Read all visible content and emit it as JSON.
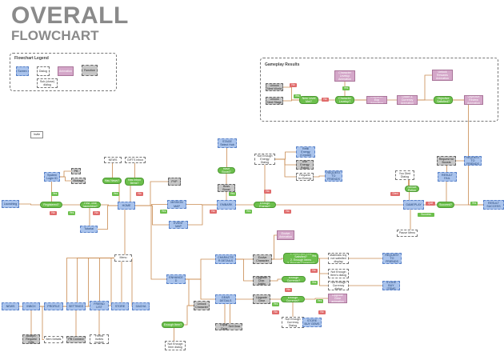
{
  "title": "OVERALL",
  "subtitle": "FLOWCHART",
  "legend": {
    "title": "Flowchart Legend",
    "items": [
      {
        "label": "Screen",
        "kind": "screen"
      },
      {
        "label": "Dialog",
        "kind": "dialog"
      },
      {
        "label": "Animation",
        "kind": "animation"
      },
      {
        "label": "Function",
        "kind": "function"
      },
      {
        "label": "Sub (close) dialog",
        "kind": "dialog"
      }
    ]
  },
  "gameplay_results_label": "Gameplay Results",
  "colors": {
    "screen": "#a9c3ec",
    "animation": "#d4a7c9",
    "function": "#c6c6c6",
    "decision": "#6cbf4c",
    "no": "#e06b6b",
    "edge": "#c98a50"
  },
  "nodes": [
    {
      "id": "invite",
      "label": "Invite",
      "kind": "plain"
    },
    {
      "id": "launching",
      "label": "Launching",
      "kind": "screen"
    },
    {
      "id": "registered",
      "label": "Registered?",
      "kind": "decision"
    },
    {
      "id": "system_login",
      "label": "System Login ID",
      "kind": "screen"
    },
    {
      "id": "pb",
      "label": "PB",
      "kind": "function"
    },
    {
      "id": "mobage",
      "label": "Mobage",
      "kind": "function"
    },
    {
      "id": "first_time",
      "label": "First Time launching?",
      "kind": "decision"
    },
    {
      "id": "tutorial",
      "label": "Tutorial",
      "kind": "screen"
    },
    {
      "id": "news",
      "label": "NEWS",
      "kind": "dialog"
    },
    {
      "id": "gifts_inbox",
      "label": "GIFTS Inbox",
      "kind": "dialog"
    },
    {
      "id": "has_news",
      "label": "Has News?",
      "kind": "decision"
    },
    {
      "id": "has_gifts",
      "label": "Has Inbox Items?",
      "kind": "decision"
    },
    {
      "id": "home",
      "label": "HOME",
      "kind": "screen"
    },
    {
      "id": "pvp",
      "label": "PVP",
      "kind": "function"
    },
    {
      "id": "mission_map",
      "label": "MISSION MAP",
      "kind": "screen"
    },
    {
      "id": "event_map",
      "label": "EVENT MAP",
      "kind": "screen"
    },
    {
      "id": "menu",
      "label": "Menu",
      "kind": "dialog"
    },
    {
      "id": "news_s",
      "label": "NEWS",
      "kind": "screen"
    },
    {
      "id": "inbox_s",
      "label": "INBOX",
      "kind": "screen"
    },
    {
      "id": "profile_s",
      "label": "PROFILE",
      "kind": "screen"
    },
    {
      "id": "settings_s",
      "label": "SETTINGS",
      "kind": "screen"
    },
    {
      "id": "friend_list",
      "label": "FRIEND LIST",
      "kind": "screen"
    },
    {
      "id": "store_s",
      "label": "STORE",
      "kind": "screen"
    },
    {
      "id": "gacha_s",
      "label": "GACHA",
      "kind": "screen"
    },
    {
      "id": "accept_request",
      "label": "Accept / Request Gifts",
      "kind": "function"
    },
    {
      "id": "item_details",
      "label": "Item Details",
      "kind": "dialog"
    },
    {
      "id": "pb_connect",
      "label": "PB Connect",
      "kind": "function"
    },
    {
      "id": "friend_invites",
      "label": "Friend Invites module",
      "kind": "dialog"
    },
    {
      "id": "stage_select",
      "label": "STAGE Select Hub",
      "kind": "screen"
    },
    {
      "id": "have_boost",
      "label": "Have Boost?",
      "kind": "decision"
    },
    {
      "id": "boss_boost",
      "label": "Boss Boost",
      "kind": "function"
    },
    {
      "id": "embark",
      "label": "EMBARK",
      "kind": "screen"
    },
    {
      "id": "enough_energy",
      "label": "Enough Energy?",
      "kind": "decision"
    },
    {
      "id": "not_enough_energy",
      "label": "Not Enough Energy Dialog",
      "kind": "dialog"
    },
    {
      "id": "refill_energy",
      "label": "Refill Energy (Crystal)",
      "kind": "screen"
    },
    {
      "id": "use_energy_potion",
      "label": "Use Energy Potion",
      "kind": "function"
    },
    {
      "id": "request_energy",
      "label": "Request for Energy",
      "kind": "dialog"
    },
    {
      "id": "request_friends",
      "label": "REQUEST TO FRIENDS",
      "kind": "screen"
    },
    {
      "id": "unlock_world",
      "label": "Unlock Next World",
      "kind": "function"
    },
    {
      "id": "unlock_stage",
      "label": "Unlock Next Stage",
      "kind": "function"
    },
    {
      "id": "new_level",
      "label": "New Level Met?",
      "kind": "decision"
    },
    {
      "id": "char_levelup",
      "label": "Character Levelup Animation",
      "kind": "animation"
    },
    {
      "id": "char_levelup_q",
      "label": "Character Levelup?",
      "kind": "decision"
    },
    {
      "id": "char_exp",
      "label": "Character Exp Animation",
      "kind": "animation"
    },
    {
      "id": "grade_reward",
      "label": "Grade & Currency Animation",
      "kind": "animation"
    },
    {
      "id": "unlock_rewards",
      "label": "Unlock Rewards Animation",
      "kind": "animation"
    },
    {
      "id": "objective",
      "label": "Objective Satisfied?",
      "kind": "decision"
    },
    {
      "id": "objective_review",
      "label": "Objective Review Animation",
      "kind": "animation"
    },
    {
      "id": "gameplay",
      "label": "GAMEPLAY",
      "kind": "screen"
    },
    {
      "id": "you_died",
      "label": "You Died Dialog",
      "kind": "dialog"
    },
    {
      "id": "revive_potion",
      "label": "Revive Potion",
      "kind": "decision"
    },
    {
      "id": "pause_menu",
      "label": "Pause Menu",
      "kind": "dialog"
    },
    {
      "id": "succeed",
      "label": "Succeed?",
      "kind": "decision"
    },
    {
      "id": "request_boosts",
      "label": "Request for Boosts",
      "kind": "function"
    },
    {
      "id": "request_friends2",
      "label": "REQUEST TO FRIENDS",
      "kind": "screen"
    },
    {
      "id": "result_fail",
      "label": "RESULT FAIL",
      "kind": "screen"
    },
    {
      "id": "result_success",
      "label": "RESULT SUCCESS",
      "kind": "screen"
    },
    {
      "id": "enhanced",
      "label": "ENHANCED",
      "kind": "screen"
    },
    {
      "id": "unlock_char",
      "label": "Unlock Character",
      "kind": "function"
    },
    {
      "id": "enough_item",
      "label": "Enough Item?",
      "kind": "decision"
    },
    {
      "id": "not_enough_item",
      "label": "Not Enough Item dialog",
      "kind": "dialog"
    },
    {
      "id": "char_details",
      "label": "CHARACTER DETAILS",
      "kind": "screen"
    },
    {
      "id": "evolve_char",
      "label": "Evolve Character",
      "kind": "function"
    },
    {
      "id": "evolve_anim",
      "label": "Evolve Animation",
      "kind": "animation"
    },
    {
      "id": "upgrade_char",
      "label": "Upgrade Char. Ability",
      "kind": "function"
    },
    {
      "id": "materials",
      "label": "1. Materials Req. Satisfied?\n2. Enough Items\n3. Enough Currency?",
      "kind": "decision"
    },
    {
      "id": "materials_dialog",
      "label": "Materials req. not satisfied display",
      "kind": "dialog"
    },
    {
      "id": "not_enough_item2",
      "label": "Not Enough Item's dialog",
      "kind": "dialog"
    },
    {
      "id": "not_enough_currency",
      "label": "Not Enough Currency dialog",
      "kind": "dialog"
    },
    {
      "id": "enough_currency1",
      "label": "Enough Currency?",
      "kind": "decision"
    },
    {
      "id": "request_friends3",
      "label": "REQUEST TO FRIENDS",
      "kind": "screen"
    },
    {
      "id": "store_buy",
      "label": "STORE BUY ITEMS",
      "kind": "screen"
    },
    {
      "id": "gear_details",
      "label": "GEAR DETAILS",
      "kind": "screen"
    },
    {
      "id": "equip_gear",
      "label": "Equip Gear",
      "kind": "function"
    },
    {
      "id": "sell_gear",
      "label": "Sell Gear",
      "kind": "function"
    },
    {
      "id": "upgrade_gear",
      "label": "Upgrade Gear",
      "kind": "function"
    },
    {
      "id": "enough_currency2",
      "label": "Enough Currency?",
      "kind": "decision"
    },
    {
      "id": "upgrade_anim",
      "label": "Upgrade Gear animation",
      "kind": "animation"
    },
    {
      "id": "not_enough_currency2",
      "label": "Not Enough Currency Dialog",
      "kind": "dialog"
    },
    {
      "id": "store_buy2",
      "label": "STORE BUY GEMS",
      "kind": "screen"
    }
  ],
  "tags": [
    {
      "label": "Yes",
      "kind": "yes"
    },
    {
      "label": "No",
      "kind": "no"
    },
    {
      "label": "Yes",
      "kind": "yes"
    },
    {
      "label": "No",
      "kind": "no"
    },
    {
      "label": "Yes",
      "kind": "yes"
    },
    {
      "label": "No",
      "kind": "no"
    },
    {
      "label": "Yes",
      "kind": "yes"
    },
    {
      "label": "No",
      "kind": "no"
    },
    {
      "label": "Yes",
      "kind": "yes"
    },
    {
      "label": "No",
      "kind": "no"
    },
    {
      "label": "Yes",
      "kind": "yes"
    },
    {
      "label": "No",
      "kind": "no"
    },
    {
      "label": "Yes",
      "kind": "yes"
    },
    {
      "label": "No",
      "kind": "no"
    },
    {
      "label": "Yes",
      "kind": "yes"
    },
    {
      "label": "No",
      "kind": "no"
    },
    {
      "label": "Yes",
      "kind": "yes"
    },
    {
      "label": "No",
      "kind": "no"
    },
    {
      "label": "Yes",
      "kind": "yes"
    },
    {
      "label": "No",
      "kind": "no"
    },
    {
      "label": "Yes",
      "kind": "yes"
    },
    {
      "label": "No",
      "kind": "no"
    },
    {
      "label": "Yes",
      "kind": "yes"
    },
    {
      "label": "No",
      "kind": "no"
    },
    {
      "label": "Died",
      "kind": "no"
    },
    {
      "label": "Success",
      "kind": "yes"
    },
    {
      "label": "Quit",
      "kind": "no"
    },
    {
      "label": "Yes",
      "kind": "yes"
    }
  ],
  "edges": [
    [
      "launching",
      "registered"
    ],
    [
      "registered",
      "system_login"
    ],
    [
      "registered",
      "first_time"
    ],
    [
      "system_login",
      "pb"
    ],
    [
      "system_login",
      "mobage"
    ],
    [
      "first_time",
      "tutorial"
    ],
    [
      "first_time",
      "home"
    ],
    [
      "tutorial",
      "home"
    ],
    [
      "home",
      "has_news"
    ],
    [
      "home",
      "has_gifts"
    ],
    [
      "has_news",
      "news"
    ],
    [
      "has_gifts",
      "gifts_inbox"
    ],
    [
      "home",
      "pvp"
    ],
    [
      "home",
      "mission_map"
    ],
    [
      "home",
      "event_map"
    ],
    [
      "home",
      "menu"
    ],
    [
      "home",
      "enhanced"
    ],
    [
      "mission_map",
      "embark"
    ],
    [
      "event_map",
      "embark"
    ],
    [
      "menu",
      "news_s"
    ],
    [
      "menu",
      "inbox_s"
    ],
    [
      "menu",
      "profile_s"
    ],
    [
      "menu",
      "settings_s"
    ],
    [
      "menu",
      "friend_list"
    ],
    [
      "menu",
      "store_s"
    ],
    [
      "menu",
      "gacha_s"
    ],
    [
      "inbox_s",
      "accept_request"
    ],
    [
      "inbox_s",
      "item_details"
    ],
    [
      "settings_s",
      "pb_connect"
    ],
    [
      "friend_list",
      "friend_invites"
    ],
    [
      "embark",
      "boss_boost"
    ],
    [
      "boss_boost",
      "have_boost"
    ],
    [
      "have_boost",
      "stage_select"
    ],
    [
      "embark",
      "enough_energy"
    ],
    [
      "enough_energy",
      "not_enough_energy"
    ],
    [
      "enough_energy",
      "gameplay"
    ],
    [
      "not_enough_energy",
      "refill_energy"
    ],
    [
      "not_enough_energy",
      "use_energy_potion"
    ],
    [
      "not_enough_energy",
      "request_energy"
    ],
    [
      "request_energy",
      "request_friends"
    ],
    [
      "gameplay",
      "you_died"
    ],
    [
      "you_died",
      "revive_potion"
    ],
    [
      "gameplay",
      "pause_menu"
    ],
    [
      "gameplay",
      "succeed"
    ],
    [
      "succeed",
      "result_fail"
    ],
    [
      "succeed",
      "result_success"
    ],
    [
      "result_fail",
      "request_boosts"
    ],
    [
      "request_boosts",
      "request_friends2"
    ],
    [
      "result_success",
      "objective"
    ],
    [
      "objective",
      "objective_review"
    ],
    [
      "objective",
      "grade_reward"
    ],
    [
      "grade_reward",
      "unlock_rewards"
    ],
    [
      "grade_reward",
      "char_exp"
    ],
    [
      "char_exp",
      "char_levelup_q"
    ],
    [
      "char_levelup_q",
      "char_levelup"
    ],
    [
      "char_exp",
      "new_level"
    ],
    [
      "new_level",
      "unlock_world"
    ],
    [
      "new_level",
      "unlock_stage"
    ],
    [
      "enhanced",
      "unlock_char"
    ],
    [
      "unlock_char",
      "enough_item"
    ],
    [
      "enough_item",
      "not_enough_item"
    ],
    [
      "enhanced",
      "char_details"
    ],
    [
      "enhanced",
      "gear_details"
    ],
    [
      "char_details",
      "evolve_char"
    ],
    [
      "char_details",
      "upgrade_char"
    ],
    [
      "evolve_char",
      "evolve_anim"
    ],
    [
      "evolve_char",
      "materials"
    ],
    [
      "materials",
      "materials_dialog"
    ],
    [
      "materials",
      "not_enough_item2"
    ],
    [
      "materials",
      "not_enough_currency"
    ],
    [
      "materials_dialog",
      "request_friends3"
    ],
    [
      "not_enough_currency",
      "store_buy"
    ],
    [
      "upgrade_char",
      "enough_currency1"
    ],
    [
      "gear_details",
      "equip_gear"
    ],
    [
      "gear_details",
      "sell_gear"
    ],
    [
      "gear_details",
      "upgrade_gear"
    ],
    [
      "upgrade_gear",
      "enough_currency2"
    ],
    [
      "enough_currency2",
      "upgrade_anim"
    ],
    [
      "enough_currency2",
      "not_enough_currency2"
    ],
    [
      "not_enough_currency2",
      "store_buy2"
    ]
  ]
}
